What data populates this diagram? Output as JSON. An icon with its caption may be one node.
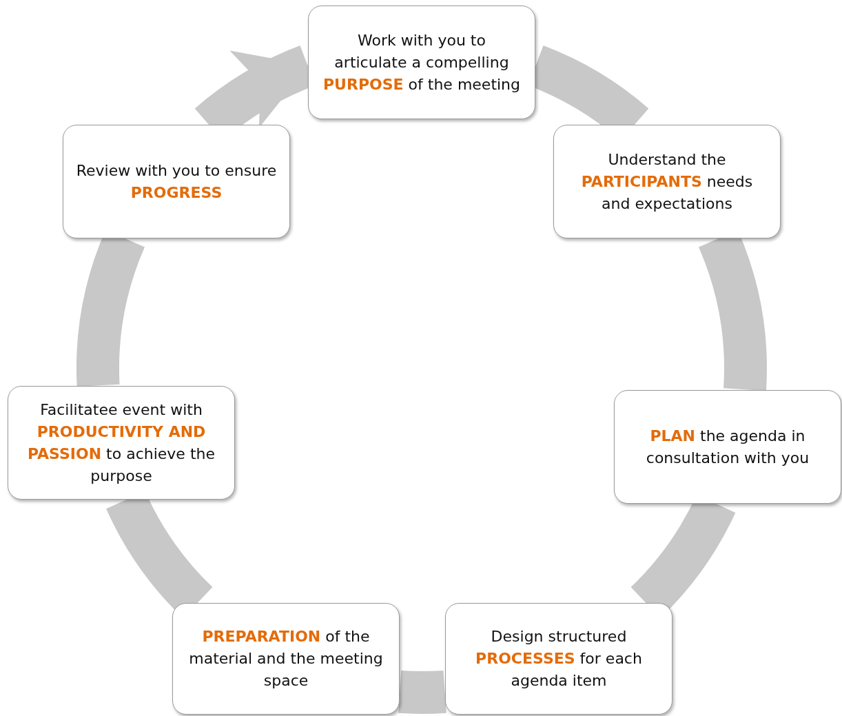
{
  "diagram": {
    "nodes": [
      {
        "text": [
          "Work with you to articulate a compelling **PURPOSE** of the meeting"
        ]
      },
      {
        "text": [
          "Understand the **PARTICIPANTS** needs and expectations"
        ]
      },
      {
        "text": [
          "**PLAN** the agenda in consultation with you"
        ]
      },
      {
        "text": [
          "Design structured **PROCESSES** for each agenda item"
        ]
      },
      {
        "text": [
          "**PREPARATION** of the material and the meeting space"
        ]
      },
      {
        "text": [
          "Facilitatee event with **PRODUCTIVITY AND PASSION** to achieve the purpose"
        ]
      },
      {
        "text": [
          "Review with you to ensure **PROGRESS**"
        ]
      }
    ],
    "edges": [
      {
        "from": 0,
        "to": 1,
        "arrow": "none"
      },
      {
        "from": 1,
        "to": 2,
        "arrow": "none"
      },
      {
        "from": 2,
        "to": 3,
        "arrow": "none"
      },
      {
        "from": 3,
        "to": 4,
        "arrow": "none"
      },
      {
        "from": 4,
        "to": 5,
        "arrow": "none"
      },
      {
        "from": 5,
        "to": 6,
        "arrow": "none"
      },
      {
        "from": 6,
        "to": 0,
        "arrow": "to"
      }
    ]
  }
}
